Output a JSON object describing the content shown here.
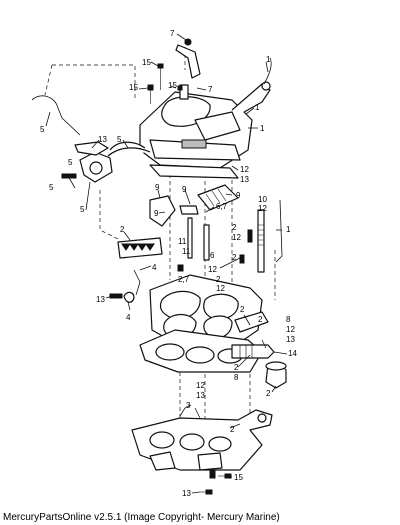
{
  "footer": {
    "text": "MercuryPartsOnline v2.5.1 (Image Copyright- Mercury Marine)"
  },
  "callouts": {
    "c_7": "7",
    "c_15a": "15",
    "c_1a": "1",
    "c_15b": "15",
    "c_15c": "15",
    "c_7b": "7",
    "c_1b": "1",
    "c_1c": "1",
    "c_5a": "5",
    "c_13a": "13",
    "c_5b": "5",
    "c_5c": "5",
    "c_5d": "5",
    "c_12a": "12",
    "c_13b": "13",
    "c_9a": "9",
    "c_9b": "9",
    "c_9c": "9",
    "c_67": "6,7",
    "c_9d": "9",
    "c_10": "10",
    "c_12b": "12",
    "c_1d": "1",
    "c_2a": "2",
    "c_11a": "11",
    "c_11b": "11",
    "c_2b": "2",
    "c_12c": "12",
    "c_6": "6",
    "c_2c": "2",
    "c_12d": "12",
    "c_4a": "4",
    "c_27": "2,7",
    "c_2d": "2",
    "c_12e": "12",
    "c_13c": "13",
    "c_4b": "4",
    "c_2e": "2",
    "c_2f": "2",
    "c_8a": "8",
    "c_12f": "12",
    "c_13d": "13",
    "c_14": "14",
    "c_2g": "2",
    "c_8b": "8",
    "c_2h": "2",
    "c_12g": "12",
    "c_13e": "13",
    "c_3": "3",
    "c_2i": "2",
    "c_15d": "15",
    "c_13f": "13"
  }
}
